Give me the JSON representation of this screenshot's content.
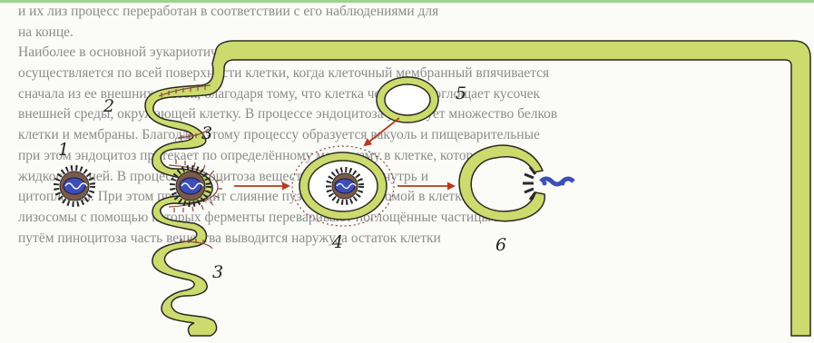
{
  "background_text": [
    "и их лиз процесс переработан в соответствии с его наблюдениями для",
    "на конце.",
    "Наиболее в основной эукариотической клетке ее эндоцитоз в виде мембранного пузырька",
    "осуществляется по всей поверхности клетки, когда клеточный мембранный впячивается",
    "сначала из ее внешних клеток, благодаря тому, что клетка через неё поглощает кусочек",
    "внешней среды, окружающей клетку. В процессе эндоцитоза участвует множество белков",
    "клетки и мембраны. Благодаря этому процессу образуется вакуоль и пищеварительные",
    "при этом эндоцитоз протекает по определённому механизму в клетке, которая",
    "жидкость в ней. В процессе эндоцитоза вещество попадает внутрь и",
    "цитоплазмы. При этом происходит слияние пузырька с лизосомой в клетке",
    "лизосомы с помощью которых ферменты переваривают поглощённые частицы и",
    "путём пиноцитоза часть вещества выводится наружу, а остаток клетки"
  ],
  "labels": [
    "1",
    "2",
    "3",
    "3",
    "4",
    "5",
    "6"
  ],
  "colors": {
    "membrane_fill": "#cbdb6e",
    "membrane_outline": "#2a2a1e",
    "coat": "#8a4a3c",
    "particle_core": "#3c4fb8",
    "particle_spikes": "#2a2a2a",
    "arrow": "#b83a1c",
    "background": "#fbfbf8"
  }
}
